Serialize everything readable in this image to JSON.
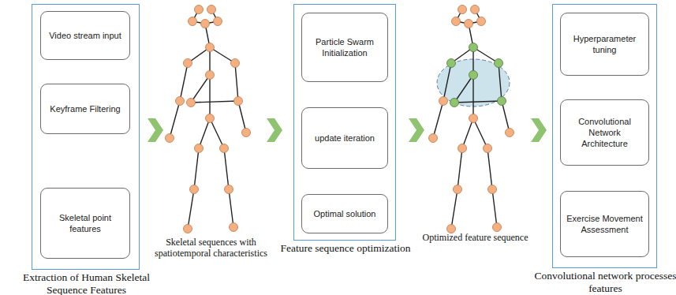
{
  "diagram": {
    "nodes": [
      {
        "text": [
          "Extraction of Human Skeletal Sequence Features"
        ]
      },
      {
        "text": [
          "Video stream input"
        ],
        "in": 0
      },
      {
        "text": [
          "Keyframe Filtering"
        ],
        "in": 0
      },
      {
        "text": [
          "Skeletal point features"
        ],
        "in": 0
      },
      {
        "text": [
          "Feature sequence optimization"
        ]
      },
      {
        "text": [
          "Particle Swarm Initialization"
        ],
        "in": 4
      },
      {
        "text": [
          "update iteration"
        ],
        "in": 4
      },
      {
        "text": [
          "Optimal solution"
        ],
        "in": 4
      },
      {
        "text": [
          "Convolutional network processes features"
        ]
      },
      {
        "text": [
          "Hyperparameter tuning"
        ],
        "in": 8
      },
      {
        "text": [
          "Convolutional Network Architecture"
        ],
        "in": 8
      },
      {
        "text": [
          "Exercise Movement Assessment"
        ],
        "in": 8
      }
    ],
    "edges": [
      {
        "from": 1,
        "to": 2,
        "arrow": "to"
      },
      {
        "from": 2,
        "to": 3,
        "arrow": "to"
      },
      {
        "from": 5,
        "to": 6,
        "arrow": "to"
      },
      {
        "from": 6,
        "to": 7,
        "arrow": "to"
      }
    ],
    "labels": [
      "Skeletal sequences with spatiotemporal characteristics",
      "Optimized feature sequence"
    ]
  }
}
